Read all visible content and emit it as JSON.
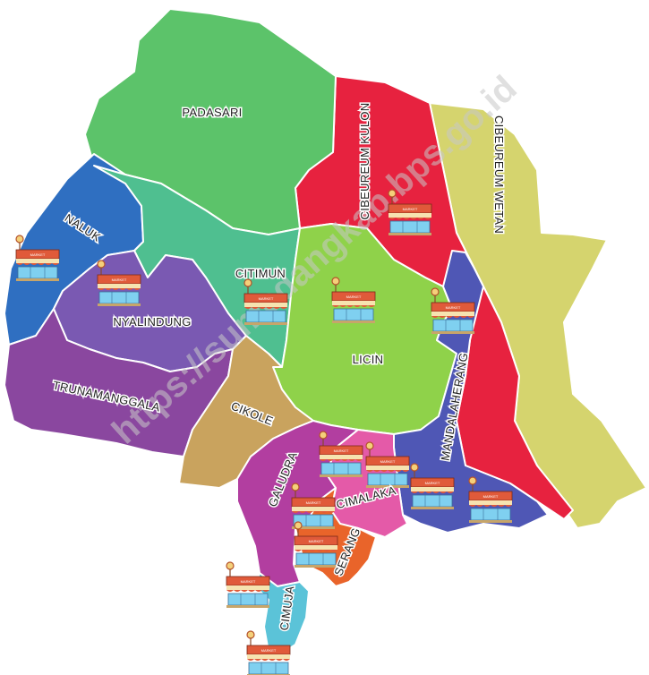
{
  "watermark": "https://sumedangkab.bps.go.id",
  "icon_name": "market-icon",
  "market_label": "MARKET",
  "colors": {
    "padasari": "#5cc36a",
    "cibeureum_kulon": "#e7223f",
    "cibeureum_wetan": "#d5d46e",
    "naluk": "#2f6fc1",
    "citimun": "#4fbf90",
    "licin": "#8fd24a",
    "nyalindung": "#7a59b2",
    "trunamanggala": "#8a479f",
    "cikole": "#c9a35e",
    "mandalaherang": "#4f57b5",
    "galudra": "#b23ea0",
    "cimalaka": "#e45aa8",
    "serang": "#e9642a",
    "cimuja": "#5bc3d8"
  },
  "regions": [
    {
      "id": "padasari",
      "name": "PADASARI"
    },
    {
      "id": "cibeureum_kulon",
      "name": "CIBEUREUM KULON"
    },
    {
      "id": "cibeureum_wetan",
      "name": "CIBEUREUM WETAN"
    },
    {
      "id": "naluk",
      "name": "NALUK"
    },
    {
      "id": "citimun",
      "name": "CITIMUN"
    },
    {
      "id": "licin",
      "name": "LICIN"
    },
    {
      "id": "nyalindung",
      "name": "NYALINDUNG"
    },
    {
      "id": "trunamanggala",
      "name": "TRUNAMANGGALA"
    },
    {
      "id": "cikole",
      "name": "CIKOLE"
    },
    {
      "id": "mandalaherang",
      "name": "MANDALAHERANG"
    },
    {
      "id": "galudra",
      "name": "GALUDRA"
    },
    {
      "id": "cimalaka",
      "name": "CIMALAKA"
    },
    {
      "id": "serang",
      "name": "SERANG"
    },
    {
      "id": "cimuja",
      "name": "CIMUJA"
    }
  ]
}
